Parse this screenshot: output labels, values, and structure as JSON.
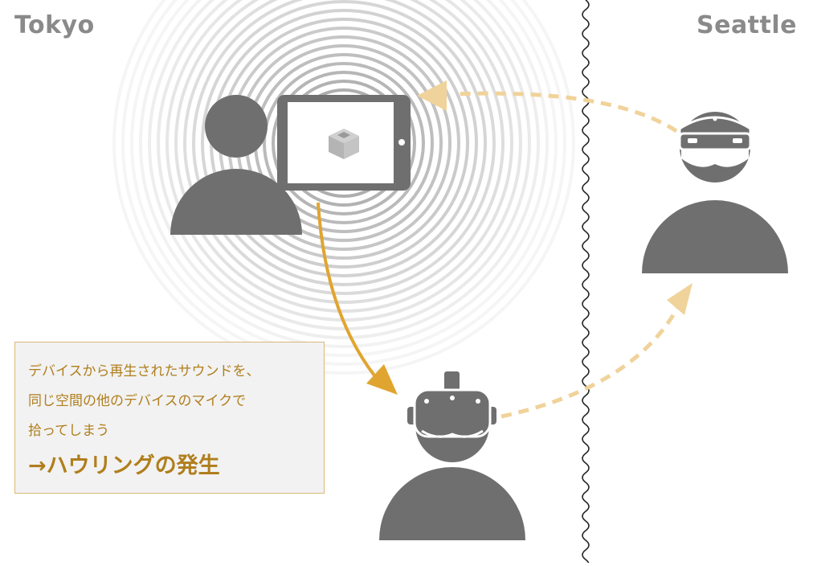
{
  "labels": {
    "left_city": "Tokyo",
    "right_city": "Seattle"
  },
  "callout": {
    "line1": "デバイスから再生されたサウンドを、",
    "line2": "同じ空間の他のデバイスのマイクで",
    "line3": "拾ってしまう",
    "headline": "→ハウリングの発生"
  },
  "colors": {
    "person": "#6f6f6f",
    "accent": "#e0a531",
    "accent_light": "#f0d39b",
    "callout_text": "#b07e1c",
    "callout_bg": "#f2f2f2",
    "callout_border": "#d8b87a",
    "label": "#8a8a8a"
  },
  "icons": [
    "person-icon",
    "tablet-icon",
    "box-icon",
    "vr-headset-icon",
    "hololens-icon",
    "sound-waves-icon"
  ]
}
